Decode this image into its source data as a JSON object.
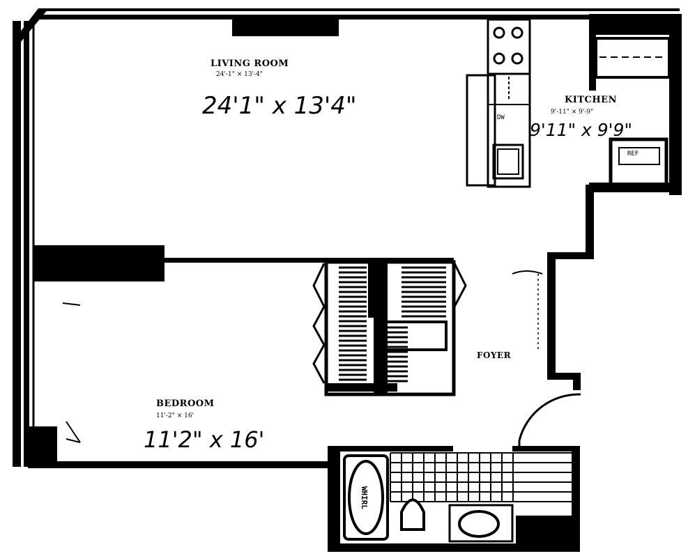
{
  "rooms": {
    "living": {
      "name": "LIVING ROOM",
      "printed_dim": "24'-1\" × 13'-4\"",
      "handwritten_dim": "24'1\" x 13'4\""
    },
    "kitchen": {
      "name": "KITCHEN",
      "printed_dim": "9'-11\" × 9'-9\"",
      "handwritten_dim": "9'11\" x 9'9\""
    },
    "bedroom": {
      "name": "BEDROOM",
      "printed_dim": "11'-2\" × 16'",
      "handwritten_dim": "11'2\" x 16'"
    },
    "foyer": {
      "name": "FOYER"
    }
  },
  "fixtures": {
    "tub_label": "WHIRL",
    "dishwasher_label": "DW",
    "fridge_label": "REF"
  },
  "colors": {
    "ink": "#000000",
    "paper": "#ffffff"
  }
}
